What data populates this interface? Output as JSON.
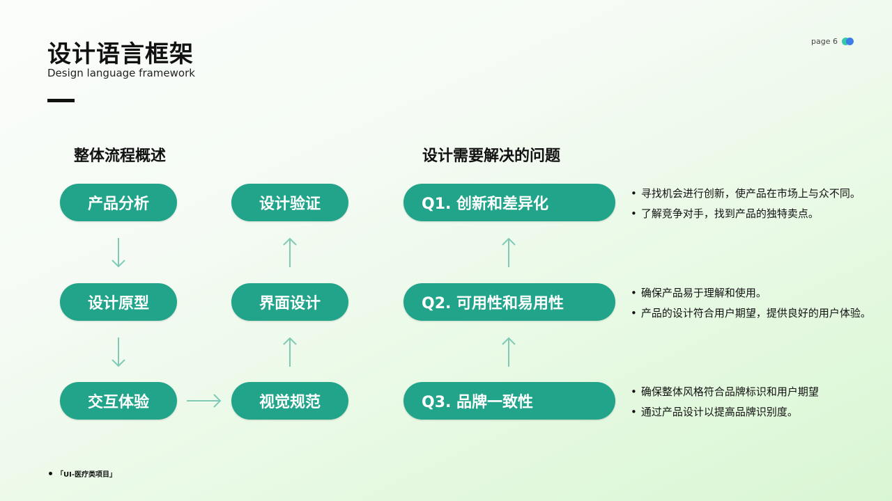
{
  "header": {
    "title_cn": "设计语言框架",
    "title_en": "Design language framework",
    "page_label": "page 6"
  },
  "flow": {
    "title": "整体流程概述",
    "steps": [
      "产品分析",
      "设计原型",
      "交互体验",
      "视觉规范",
      "界面设计",
      "设计验证"
    ]
  },
  "questions": {
    "title": "设计需要解决的问题",
    "items": [
      {
        "label": "Q1. 创新和差异化",
        "bullets": [
          "寻找机会进行创新，使产品在市场上与众不同。",
          "了解竞争对手，找到产品的独特卖点。"
        ]
      },
      {
        "label": "Q2. 可用性和易用性",
        "bullets": [
          "确保产品易于理解和使用。",
          "产品的设计符合用户期望，提供良好的用户体验。"
        ]
      },
      {
        "label": "Q3. 品牌一致性",
        "bullets": [
          "确保整体风格符合品牌标识和用户期望",
          "通过产品设计以提高品牌识别度。"
        ]
      }
    ]
  },
  "footer": {
    "text": "「UI-医疗类项目」"
  },
  "colors": {
    "pill": "#22a48a",
    "arrow": "#7fcab6",
    "dot_teal": "#37c9a8",
    "dot_blue": "#3d7de8"
  }
}
